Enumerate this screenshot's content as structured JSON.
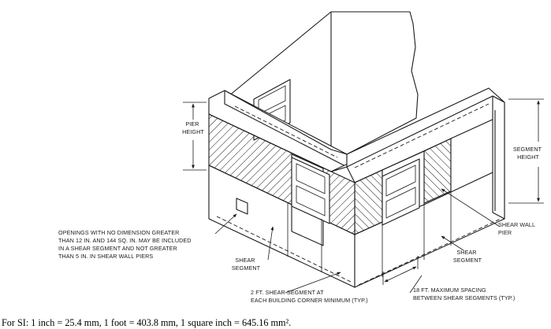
{
  "labels": {
    "pier_height": [
      "PIER",
      "HEIGHT"
    ],
    "segment_height": [
      "SEGMENT",
      "HEIGHT"
    ],
    "openings_note": [
      "OPENINGS WITH NO DIMENSION GREATER",
      "THAN 12 IN. AND 144 SQ. IN. MAY BE INCLUDED",
      "IN A SHEAR SEGMENT AND NOT GREATER",
      "THAN 5 IN. IN SHEAR WALL PIERS"
    ],
    "shear_segment_left": [
      "SHEAR",
      "SEGMENT"
    ],
    "shear_segment_right": [
      "SHEAR",
      "SEGMENT"
    ],
    "shear_wall_pier": [
      "SHEAR WALL",
      "PIER"
    ],
    "corner_note": [
      "2 FT. SHEAR SEGMENT AT",
      "EACH BUILDING CORNER MINIMUM (TYP.)"
    ],
    "spacing_note": [
      "18 FT. MAXIMUM SPACING",
      "BETWEEN SHEAR SEGMENTS (TYP.)"
    ]
  },
  "caption": "For SI: 1 inch = 25.4 mm, 1 foot = 403.8 mm, 1 square inch = 645.16 mm²."
}
